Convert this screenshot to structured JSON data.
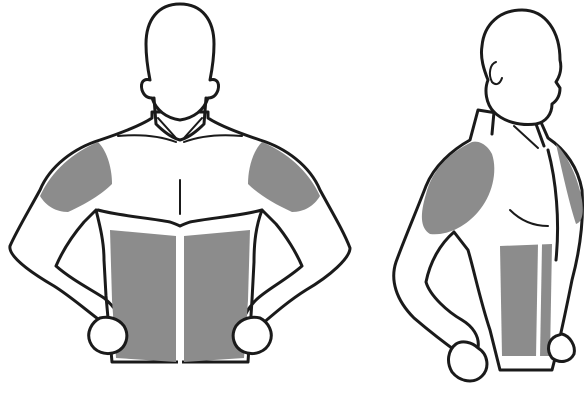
{
  "figure": {
    "views": [
      "front",
      "side"
    ],
    "highlighted_regions": [
      "shoulders",
      "abdomen"
    ],
    "colors": {
      "background": "#ffffff",
      "outline": "#1a1a1a",
      "highlight": "#8c8c8c"
    }
  }
}
